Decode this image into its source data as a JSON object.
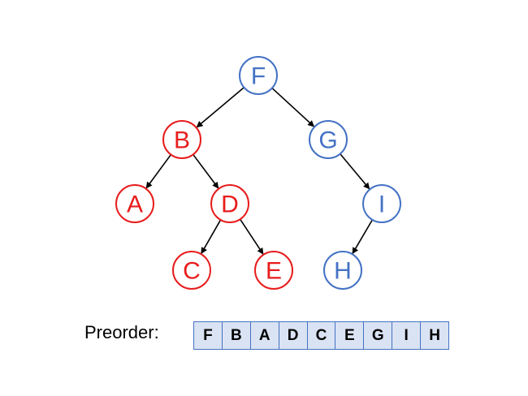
{
  "colors": {
    "left_subtree": "#e81c1c",
    "right_subtree": "#4472c4",
    "edge": "#000000",
    "cell_fill": "#dae3f3"
  },
  "tree": {
    "nodes": [
      {
        "id": "F",
        "label": "F",
        "group": "right_subtree"
      },
      {
        "id": "B",
        "label": "B",
        "group": "left_subtree"
      },
      {
        "id": "G",
        "label": "G",
        "group": "right_subtree"
      },
      {
        "id": "A",
        "label": "A",
        "group": "left_subtree"
      },
      {
        "id": "D",
        "label": "D",
        "group": "left_subtree"
      },
      {
        "id": "I",
        "label": "I",
        "group": "right_subtree"
      },
      {
        "id": "C",
        "label": "C",
        "group": "left_subtree"
      },
      {
        "id": "E",
        "label": "E",
        "group": "left_subtree"
      },
      {
        "id": "H",
        "label": "H",
        "group": "right_subtree"
      }
    ],
    "edges": [
      [
        "F",
        "B"
      ],
      [
        "F",
        "G"
      ],
      [
        "B",
        "A"
      ],
      [
        "B",
        "D"
      ],
      [
        "D",
        "C"
      ],
      [
        "D",
        "E"
      ],
      [
        "G",
        "I"
      ],
      [
        "I",
        "H"
      ]
    ]
  },
  "preorder": {
    "label": "Preorder:",
    "sequence": [
      "F",
      "B",
      "A",
      "D",
      "C",
      "E",
      "G",
      "I",
      "H"
    ]
  }
}
